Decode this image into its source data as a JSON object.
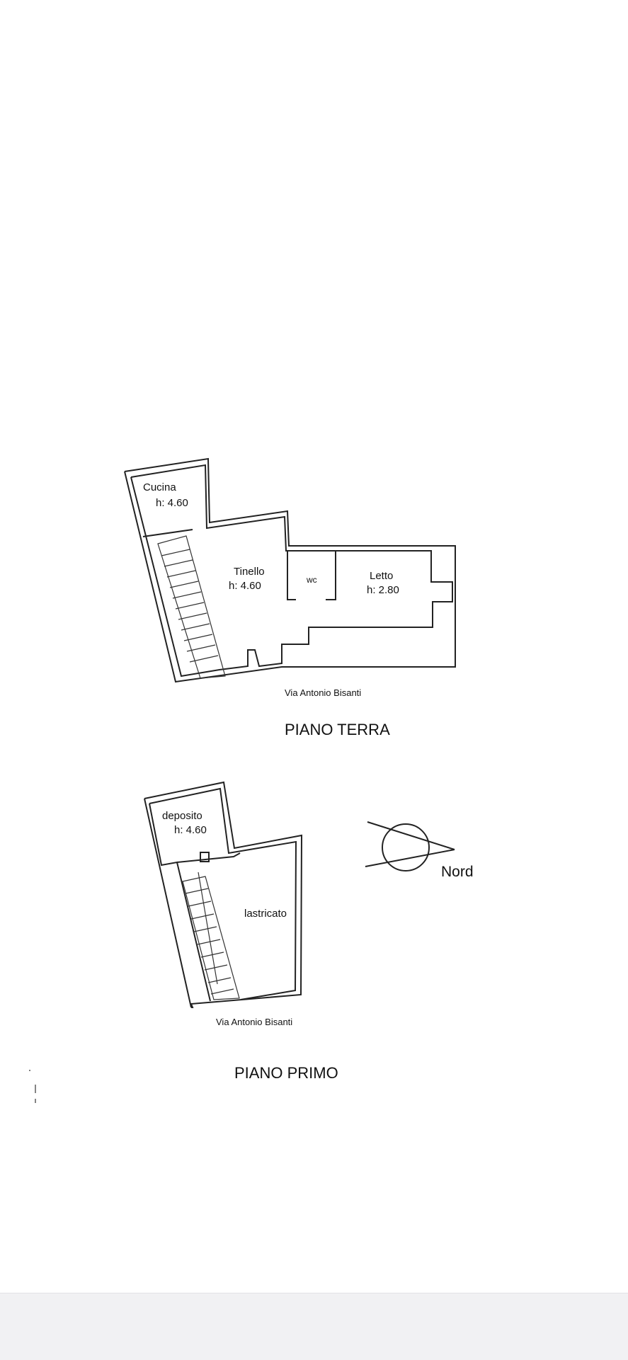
{
  "ground_floor": {
    "title": "PIANO TERRA",
    "street": "Via Antonio Bisanti",
    "rooms": [
      {
        "name": "Cucina",
        "height": "h: 4.60"
      },
      {
        "name": "Tinello",
        "height": "h: 4.60"
      },
      {
        "name": "wc"
      },
      {
        "name": "Letto",
        "height": "h: 2.80"
      }
    ]
  },
  "first_floor": {
    "title": "PIANO PRIMO",
    "street": "Via Antonio Bisanti",
    "rooms": [
      {
        "name": "deposito",
        "height": "h: 4.60"
      },
      {
        "name": "lastricato"
      }
    ]
  },
  "compass": {
    "label": "Nord"
  }
}
